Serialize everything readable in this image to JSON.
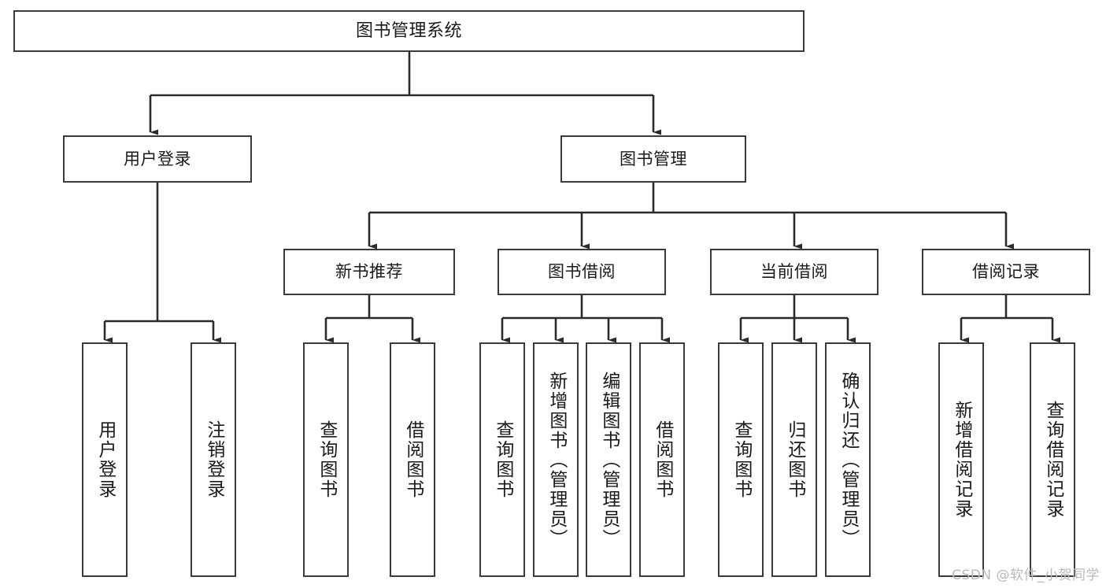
{
  "diagram": {
    "type": "tree-hierarchy",
    "title": "图书管理系统",
    "orientation": "top-down",
    "colors": {
      "node_border": "#3a3a3a",
      "node_fill": "#ffffff",
      "edge": "#2b2b2b",
      "text": "#1a1a1a",
      "watermark": "#b9b9b9"
    },
    "levels": {
      "root": {
        "label": "图书管理系统"
      },
      "level2": [
        {
          "id": "user-login",
          "label": "用户登录"
        },
        {
          "id": "book-manage",
          "label": "图书管理"
        }
      ],
      "level3": [
        {
          "id": "new-book-rec",
          "label": "新书推荐",
          "parent": "book-manage"
        },
        {
          "id": "book-borrow",
          "label": "图书借阅",
          "parent": "book-manage"
        },
        {
          "id": "current-borrow",
          "label": "当前借阅",
          "parent": "book-manage"
        },
        {
          "id": "borrow-record",
          "label": "借阅记录",
          "parent": "book-manage"
        }
      ],
      "leaves": [
        {
          "id": "leaf-user-login",
          "label": "用户登录",
          "parent": "user-login"
        },
        {
          "id": "leaf-logout",
          "label": "注销登录",
          "parent": "user-login"
        },
        {
          "id": "leaf-query-book-1",
          "label": "查询图书",
          "parent": "new-book-rec"
        },
        {
          "id": "leaf-borrow-book-1",
          "label": "借阅图书",
          "parent": "new-book-rec"
        },
        {
          "id": "leaf-query-book-2",
          "label": "查询图书",
          "parent": "book-borrow"
        },
        {
          "id": "leaf-add-book",
          "label": "新增图书（管理员）",
          "parent": "book-borrow"
        },
        {
          "id": "leaf-edit-book",
          "label": "编辑图书（管理员）",
          "parent": "book-borrow"
        },
        {
          "id": "leaf-borrow-book-2",
          "label": "借阅图书",
          "parent": "book-borrow"
        },
        {
          "id": "leaf-query-book-3",
          "label": "查询图书",
          "parent": "current-borrow"
        },
        {
          "id": "leaf-return-book",
          "label": "归还图书",
          "parent": "current-borrow"
        },
        {
          "id": "leaf-confirm-return",
          "label": "确认归还（管理员）",
          "parent": "current-borrow"
        },
        {
          "id": "leaf-add-record",
          "label": "新增借阅记录",
          "parent": "borrow-record"
        },
        {
          "id": "leaf-query-record",
          "label": "查询借阅记录",
          "parent": "borrow-record"
        }
      ]
    }
  },
  "watermark": {
    "text": "CSDN @软件_小贺同学"
  }
}
